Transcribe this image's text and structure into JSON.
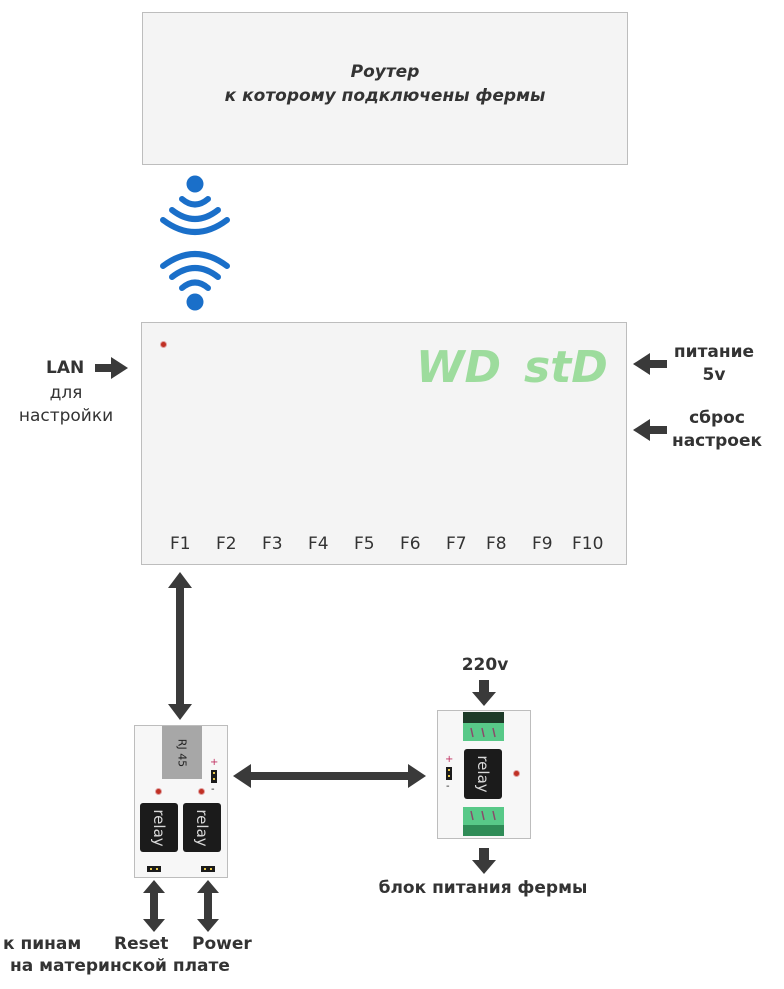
{
  "router": {
    "line1": "Роутер",
    "line2": "к которому подключены фермы"
  },
  "controller": {
    "brand_part1": "WD",
    "brand_part2": "stD",
    "ports": [
      "F1",
      "F2",
      "F3",
      "F4",
      "F5",
      "F6",
      "F7",
      "F8",
      "F9",
      "F10"
    ]
  },
  "left_labels": {
    "lan": "LAN",
    "for_setup_1": "для",
    "for_setup_2": "настройки"
  },
  "right_labels": {
    "power_1": "питание",
    "power_2": "5v",
    "reset_1": "сброс",
    "reset_2": "настроек"
  },
  "relay_board": {
    "rj45": "RJ 45",
    "relay_label": "relay",
    "plus": "+",
    "minus": "-"
  },
  "psu_relay": {
    "voltage_label": "220v",
    "relay_label": "relay",
    "plus": "+",
    "minus": "-",
    "caption": "блок питания фермы"
  },
  "bottom_labels": {
    "to_pins": "к пинам",
    "reset": "Reset",
    "power": "Power",
    "on_motherboard": "на материнской плате"
  },
  "colors": {
    "wifi_blue": "#1a6fc9",
    "brand_green": "#9ddc9d",
    "arrow_gray": "#3a3a3a",
    "terminal_green": "#58c988",
    "terminal_dark": "#1d3a28"
  }
}
